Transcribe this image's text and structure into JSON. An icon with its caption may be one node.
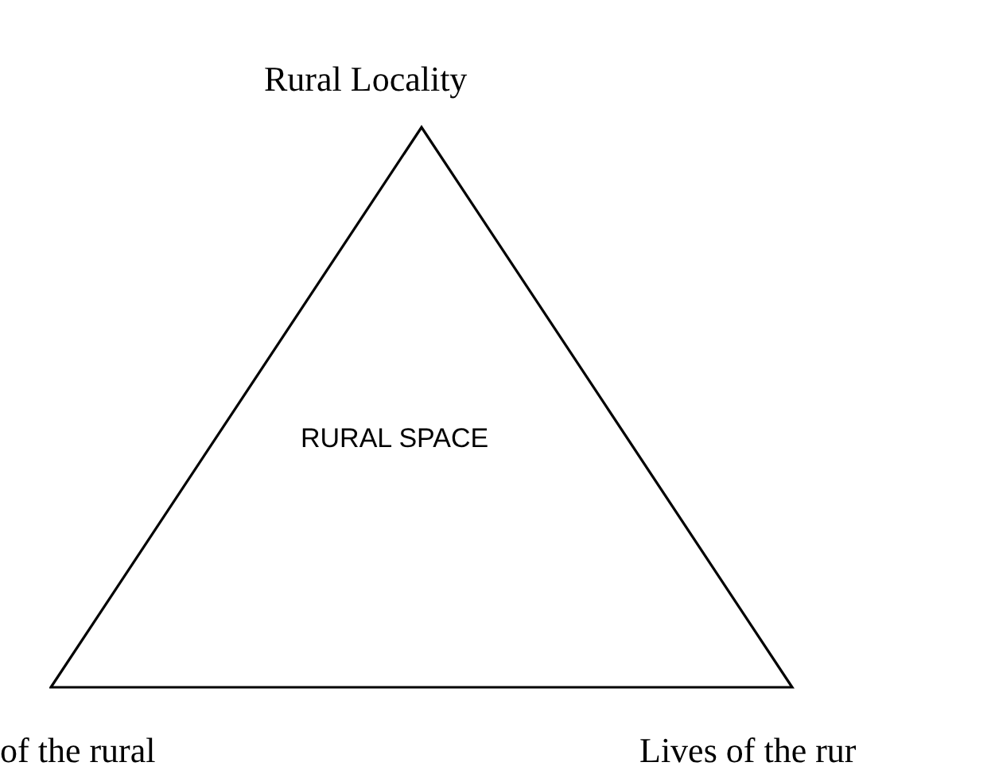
{
  "diagram": {
    "nodes": [
      {
        "text": [
          "RURAL SPACE"
        ]
      }
    ],
    "labels": [
      "Rural Locality",
      "of the rural",
      "Lives of the rur"
    ]
  }
}
